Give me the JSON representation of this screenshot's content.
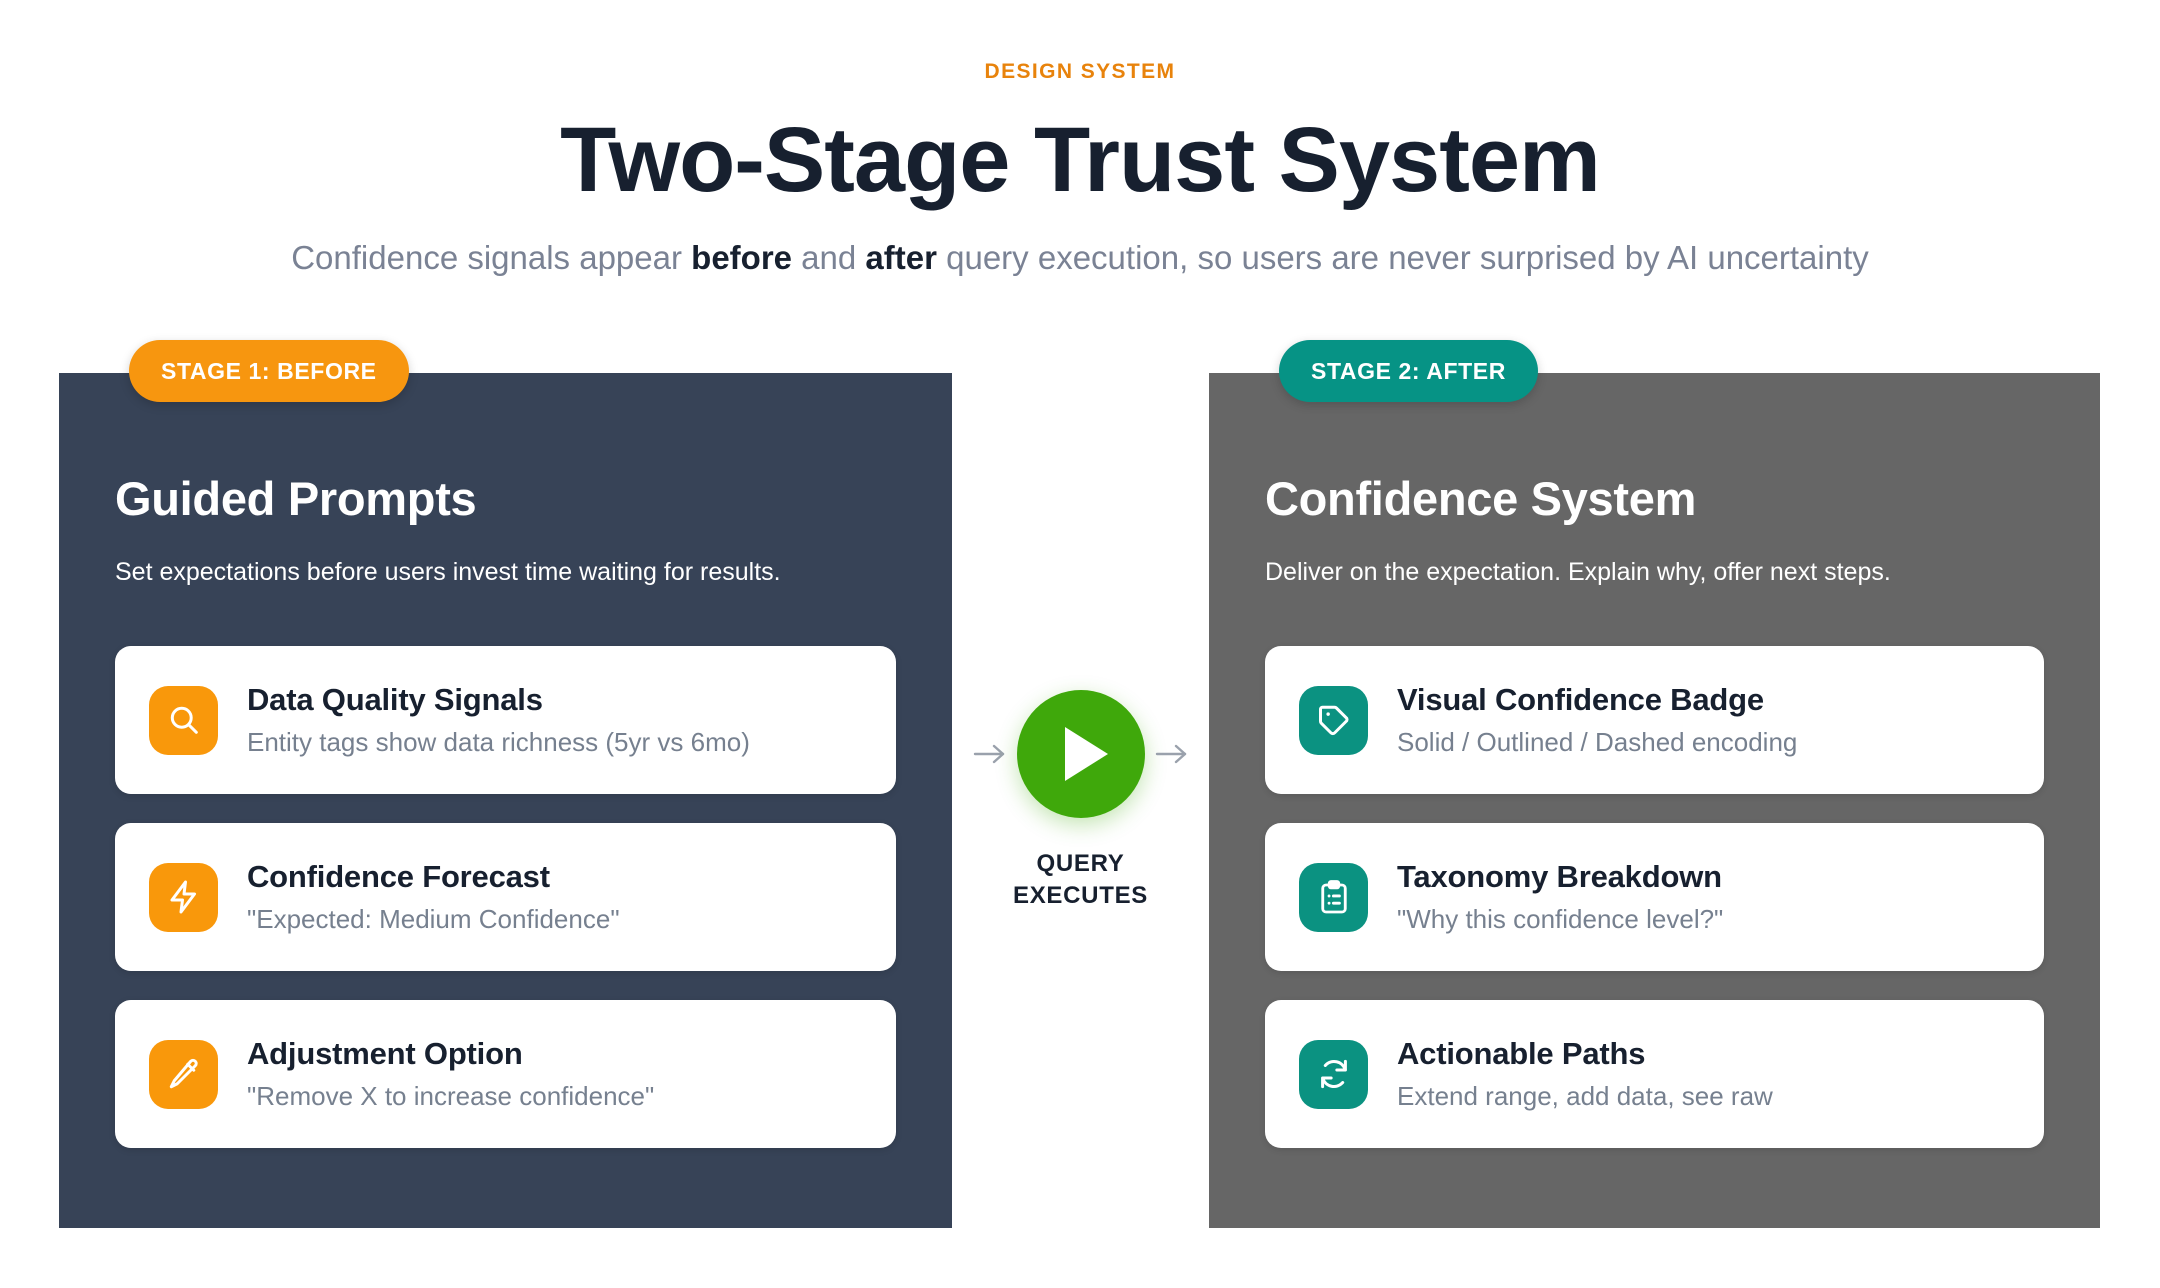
{
  "header": {
    "eyebrow": "DESIGN SYSTEM",
    "title": "Two-Stage Trust System",
    "subtitle_part1": "Confidence signals appear ",
    "subtitle_bold1": "before",
    "subtitle_part2": " and ",
    "subtitle_bold2": "after",
    "subtitle_part3": " query execution, so users are never surprised by AI uncertainty"
  },
  "colors": {
    "accent_orange": "#F7960F",
    "accent_teal": "#069385",
    "panel_before_bg": "#374357",
    "panel_after_bg": "#666666",
    "play_green": "#3FA80B",
    "title_navy": "#17202F",
    "muted_text": "#76808F"
  },
  "stages": {
    "before": {
      "badge": "STAGE 1: BEFORE",
      "title": "Guided Prompts",
      "subtitle": "Set expectations before users invest time waiting for results.",
      "cards": [
        {
          "icon": "search-icon",
          "title": "Data Quality Signals",
          "desc": "Entity tags show data richness (5yr vs 6mo)"
        },
        {
          "icon": "lightning-bolt-icon",
          "title": "Confidence Forecast",
          "desc": "\"Expected: Medium Confidence\""
        },
        {
          "icon": "pencil-icon",
          "title": "Adjustment Option",
          "desc": "\"Remove X to increase confidence\""
        }
      ]
    },
    "after": {
      "badge": "STAGE 2: AFTER",
      "title": "Confidence System",
      "subtitle": "Deliver on the expectation. Explain why, offer next steps.",
      "cards": [
        {
          "icon": "tag-icon",
          "title": "Visual Confidence Badge",
          "desc": "Solid / Outlined / Dashed encoding"
        },
        {
          "icon": "clipboard-list-icon",
          "title": "Taxonomy Breakdown",
          "desc": "\"Why this confidence level?\""
        },
        {
          "icon": "refresh-icon",
          "title": "Actionable Paths",
          "desc": "Extend range, add data, see raw"
        }
      ]
    }
  },
  "connector": {
    "icon": "play-icon",
    "label_line1": "QUERY",
    "label_line2": "EXECUTES",
    "arrow_left": "arrow-right-icon",
    "arrow_right": "arrow-right-icon"
  }
}
